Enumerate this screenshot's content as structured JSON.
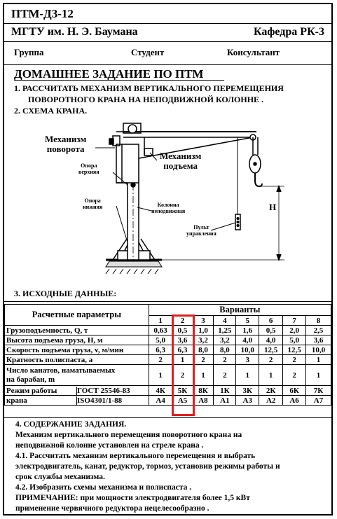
{
  "header": {
    "code": "ПТМ-Д3-12",
    "university": "МГТУ им. Н. Э. Баумана",
    "department": "Кафедра РК-3",
    "group": "Группа",
    "student": "Студент",
    "consultant": "Консультант"
  },
  "title": "ДОМАШНЕЕ ЗАДАНИЕ ПО ПТМ",
  "task1_line1": "1. РАССЧИТАТЬ  МЕХАНИЗМ ВЕРТИКАЛЬНОГО   ПЕРЕМЕЩЕНИЯ",
  "task1_line2": "ПОВОРОТНОГО КРАНА НА НЕПОДВИЖНОЙ КОЛОННЕ .",
  "task2": "2. СХЕМА КРАНА.",
  "diagram": {
    "mech_rot_1": "Механизм",
    "mech_rot_2": "поворота",
    "mech_lift_1": "Механизм",
    "mech_lift_2": "подъема",
    "upper_1": "Опора",
    "upper_2": "верхняя",
    "lower_1": "Опора",
    "lower_2": "нижняя",
    "column_1": "Колонна",
    "column_2": "неподвижная",
    "pult_1": "Пульт",
    "pult_2": "управления",
    "h": "H"
  },
  "task3": "3. ИСХОДНЫЕ ДАННЫЕ:",
  "table": {
    "param_header": "Расчетные параметры",
    "variants_header": "Варианты",
    "variants": [
      "1",
      "2",
      "3",
      "4",
      "5",
      "6",
      "7",
      "8"
    ],
    "rows": [
      {
        "label": "Грузоподъемность, Q, т",
        "values": [
          "0,63",
          "0,5",
          "1,0",
          "1,25",
          "1,6",
          "0,5",
          "2,0",
          "2,5"
        ]
      },
      {
        "label": "Высота подъема груза, H, м",
        "values": [
          "5,0",
          "3,6",
          "3,2",
          "3,2",
          "4,0",
          "4,0",
          "5,0",
          "3,6"
        ]
      },
      {
        "label": "Скорость подъема груза, v, м/мин",
        "values": [
          "6,3",
          "6,3",
          "8,0",
          "8,0",
          "10,0",
          "12,5",
          "12,5",
          "10,0"
        ]
      },
      {
        "label": "Кратность полиспаста, a",
        "values": [
          "2",
          "1",
          "2",
          "2",
          "3",
          "2",
          "2",
          "1"
        ]
      }
    ],
    "ropes_label_1": "Число канатов, наматываемых",
    "ropes_label_2": "на  барабан, m",
    "ropes_values": [
      "1",
      "2",
      "1",
      "2",
      "1",
      "1",
      "2",
      "1"
    ],
    "mode_label_1": "Режим работы",
    "mode_label_2": "крана",
    "gost": "ГОСТ 25546-83",
    "iso": "ISO4301/1-88",
    "gost_values": [
      "4К",
      "5К",
      "8К",
      "1К",
      "3К",
      "2К",
      "6К",
      "7К"
    ],
    "iso_values": [
      "А4",
      "А5",
      "А8",
      "А1",
      "А3",
      "А2",
      "А6",
      "А7"
    ]
  },
  "content": {
    "l1": "4. СОДЕРЖАНИЕ ЗАДАНИЯ.",
    "l2": "   Механизм вертикального перемещения  поворотного крана на",
    "l3": "неподвижной колонне установлен  на стреле  крана .",
    "l4": "4.1. Рассчитать механизм вертикального перемещения и выбрать",
    "l5": "электродвигатель, канат, редуктор, тормоз, установив режимы работы и",
    "l6": "срок службы механизма.",
    "l7": "4.2. Изобразить схемы механизма и полиспаста .",
    "l8": "  ПРИМЕЧАНИЕ:   при мощности электродвигателя более 1,5 кВт",
    "l9": "применение червячного редуктора нецелесообразно ."
  },
  "colors": {
    "highlight": "#e02020"
  }
}
